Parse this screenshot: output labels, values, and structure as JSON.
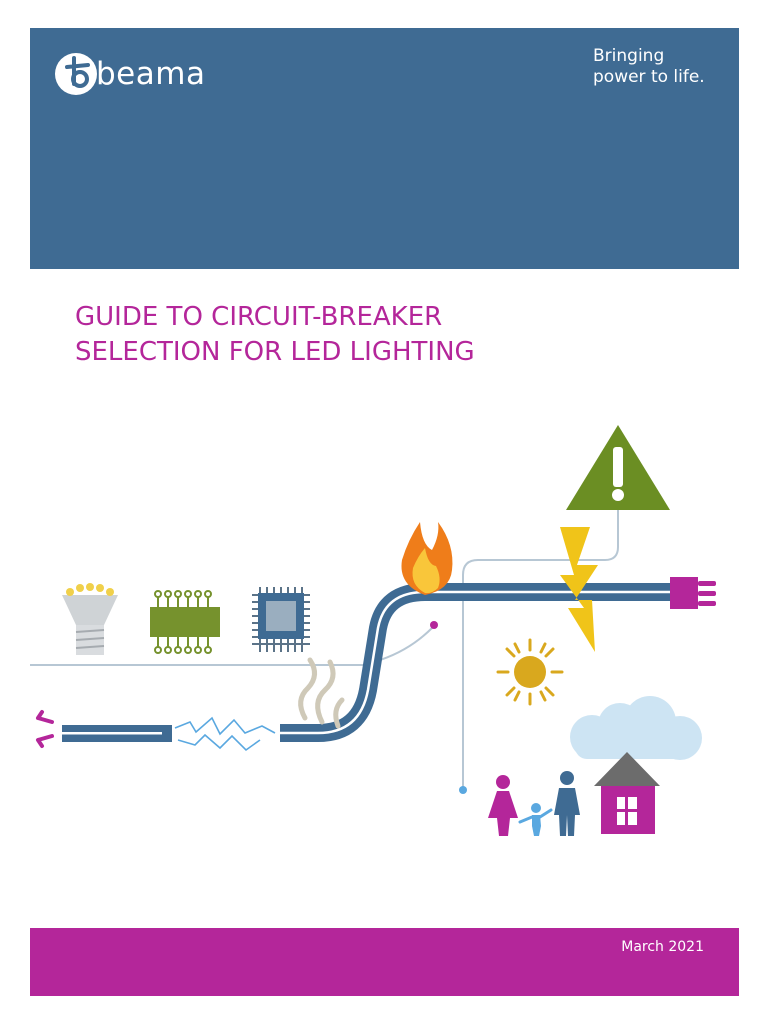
{
  "brand": {
    "name": "beama",
    "tagline_line1": "Bringing",
    "tagline_line2": "power to life."
  },
  "document": {
    "title_line1": "GUIDE TO CIRCUIT-BREAKER",
    "title_line2": "SELECTION FOR LED LIGHTING",
    "date": "March 2021"
  },
  "colors": {
    "header_blue": "#3f6b93",
    "magenta": "#b4269a",
    "warning_green": "#6b8e23",
    "bolt_yellow": "#f0c419",
    "sun_gold": "#d9a81e"
  },
  "illustration": {
    "icons": [
      "led-bulb-icon",
      "circuit-board-icon",
      "microchip-icon",
      "flame-icon",
      "warning-triangle-icon",
      "lightning-bolt-icon",
      "plug-icon",
      "sun-icon",
      "cloud-icon",
      "family-icon",
      "house-icon",
      "smoke-icon",
      "spark-icon",
      "arrows-icon"
    ]
  }
}
